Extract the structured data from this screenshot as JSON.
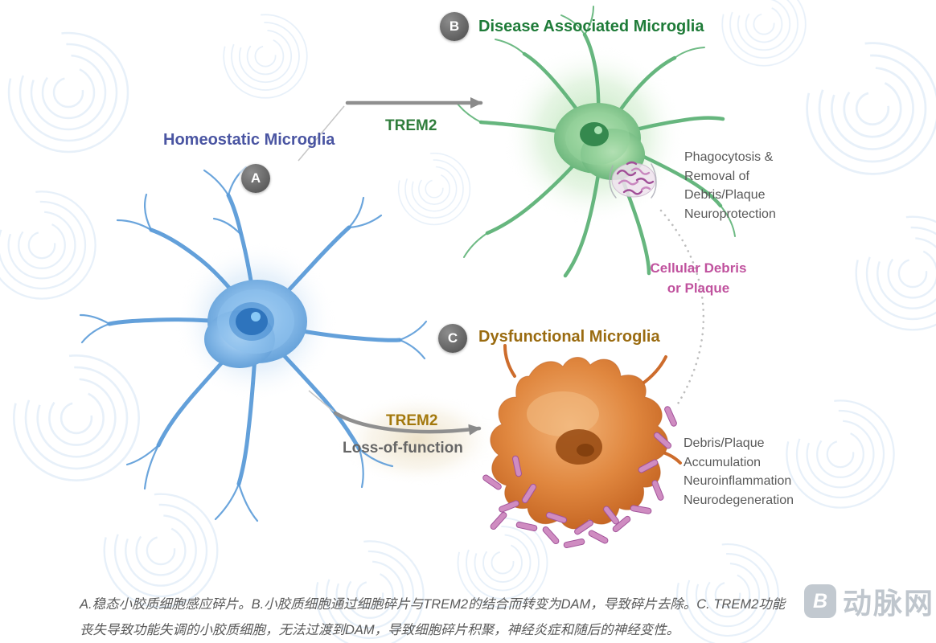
{
  "colors": {
    "homeostatic_title": "#4a55a2",
    "dam_title": "#1e7b38",
    "dysfunctional_title": "#9a6b10",
    "trem2_green": "#2f7d3b",
    "trem2_gold": "#a3780c",
    "loss_of_function_gray": "#666666",
    "annotation_gray": "#595959",
    "debris_pink": "#c0529e",
    "cell_blue": "#5b9bd8",
    "cell_green": "#5eb277",
    "cell_orange": "#e0873f",
    "arrow_gray": "#8f8f8f"
  },
  "cells": {
    "a": {
      "badge": "A",
      "label": "Homeostatic Microglia"
    },
    "b": {
      "badge": "B",
      "label": "Disease Associated Microglia"
    },
    "c": {
      "badge": "C",
      "label": "Dysfunctional Microglia"
    }
  },
  "transitions": {
    "a_to_b": {
      "label": "TREM2"
    },
    "a_to_c": {
      "label_line1": "TREM2",
      "label_line2": "Loss-of-function"
    }
  },
  "annotations": {
    "dam_effects": {
      "lines": [
        "Phagocytosis &",
        "Removal of",
        "Debris/Plaque",
        "Neuroprotection"
      ]
    },
    "debris": {
      "lines": [
        "Cellular Debris",
        "or Plaque"
      ]
    },
    "dysfunction_effects": {
      "lines": [
        "Debris/Plaque",
        "Accumulation",
        "Neuroinflammation",
        "Neurodegeneration"
      ]
    }
  },
  "caption": "A.稳态小胶质细胞感应碎片。B.小胶质细胞通过细胞碎片与TREM2的结合而转变为DAM，导致碎片去除。C. TREM2功能丧失导致功能失调的小胶质细胞，无法过渡到DAM，导致细胞碎片积聚，神经炎症和随后的神经变性。",
  "watermark": {
    "logo_letter": "B",
    "brand": "动脉网"
  }
}
